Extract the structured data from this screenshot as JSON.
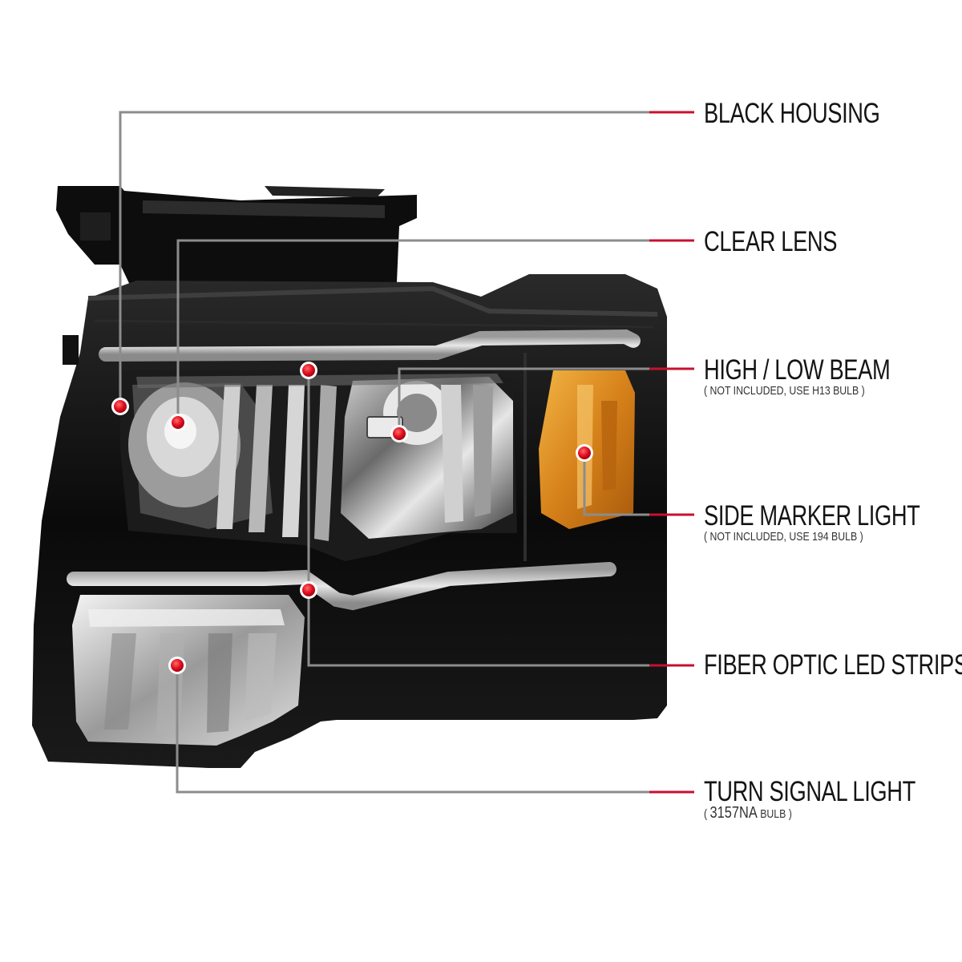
{
  "callouts": [
    {
      "id": "black-housing",
      "title": "BLACK HOUSING",
      "note": ""
    },
    {
      "id": "clear-lens",
      "title": "CLEAR LENS",
      "note": ""
    },
    {
      "id": "high-low-beam",
      "title": "HIGH / LOW BEAM",
      "note": "( NOT INCLUDED, USE  H13  BULB )"
    },
    {
      "id": "side-marker",
      "title": "SIDE MARKER LIGHT",
      "note": "( NOT INCLUDED, USE  194  BULB )"
    },
    {
      "id": "fiber-optic",
      "title": "FIBER OPTIC LED STRIPS",
      "note": ""
    },
    {
      "id": "turn-signal",
      "title": "TURN SIGNAL LIGHT",
      "note_open": "( ",
      "note_code": "3157NA",
      "note_rest": "  BULB )"
    }
  ],
  "colors": {
    "accent_red": "#c8102e",
    "leader_gray": "#8c8c8c",
    "housing_black": "#0c0c0c",
    "amber": "#d98a1a"
  },
  "image": {
    "subject": "headlight assembly",
    "icon": "headlight-product-image"
  }
}
